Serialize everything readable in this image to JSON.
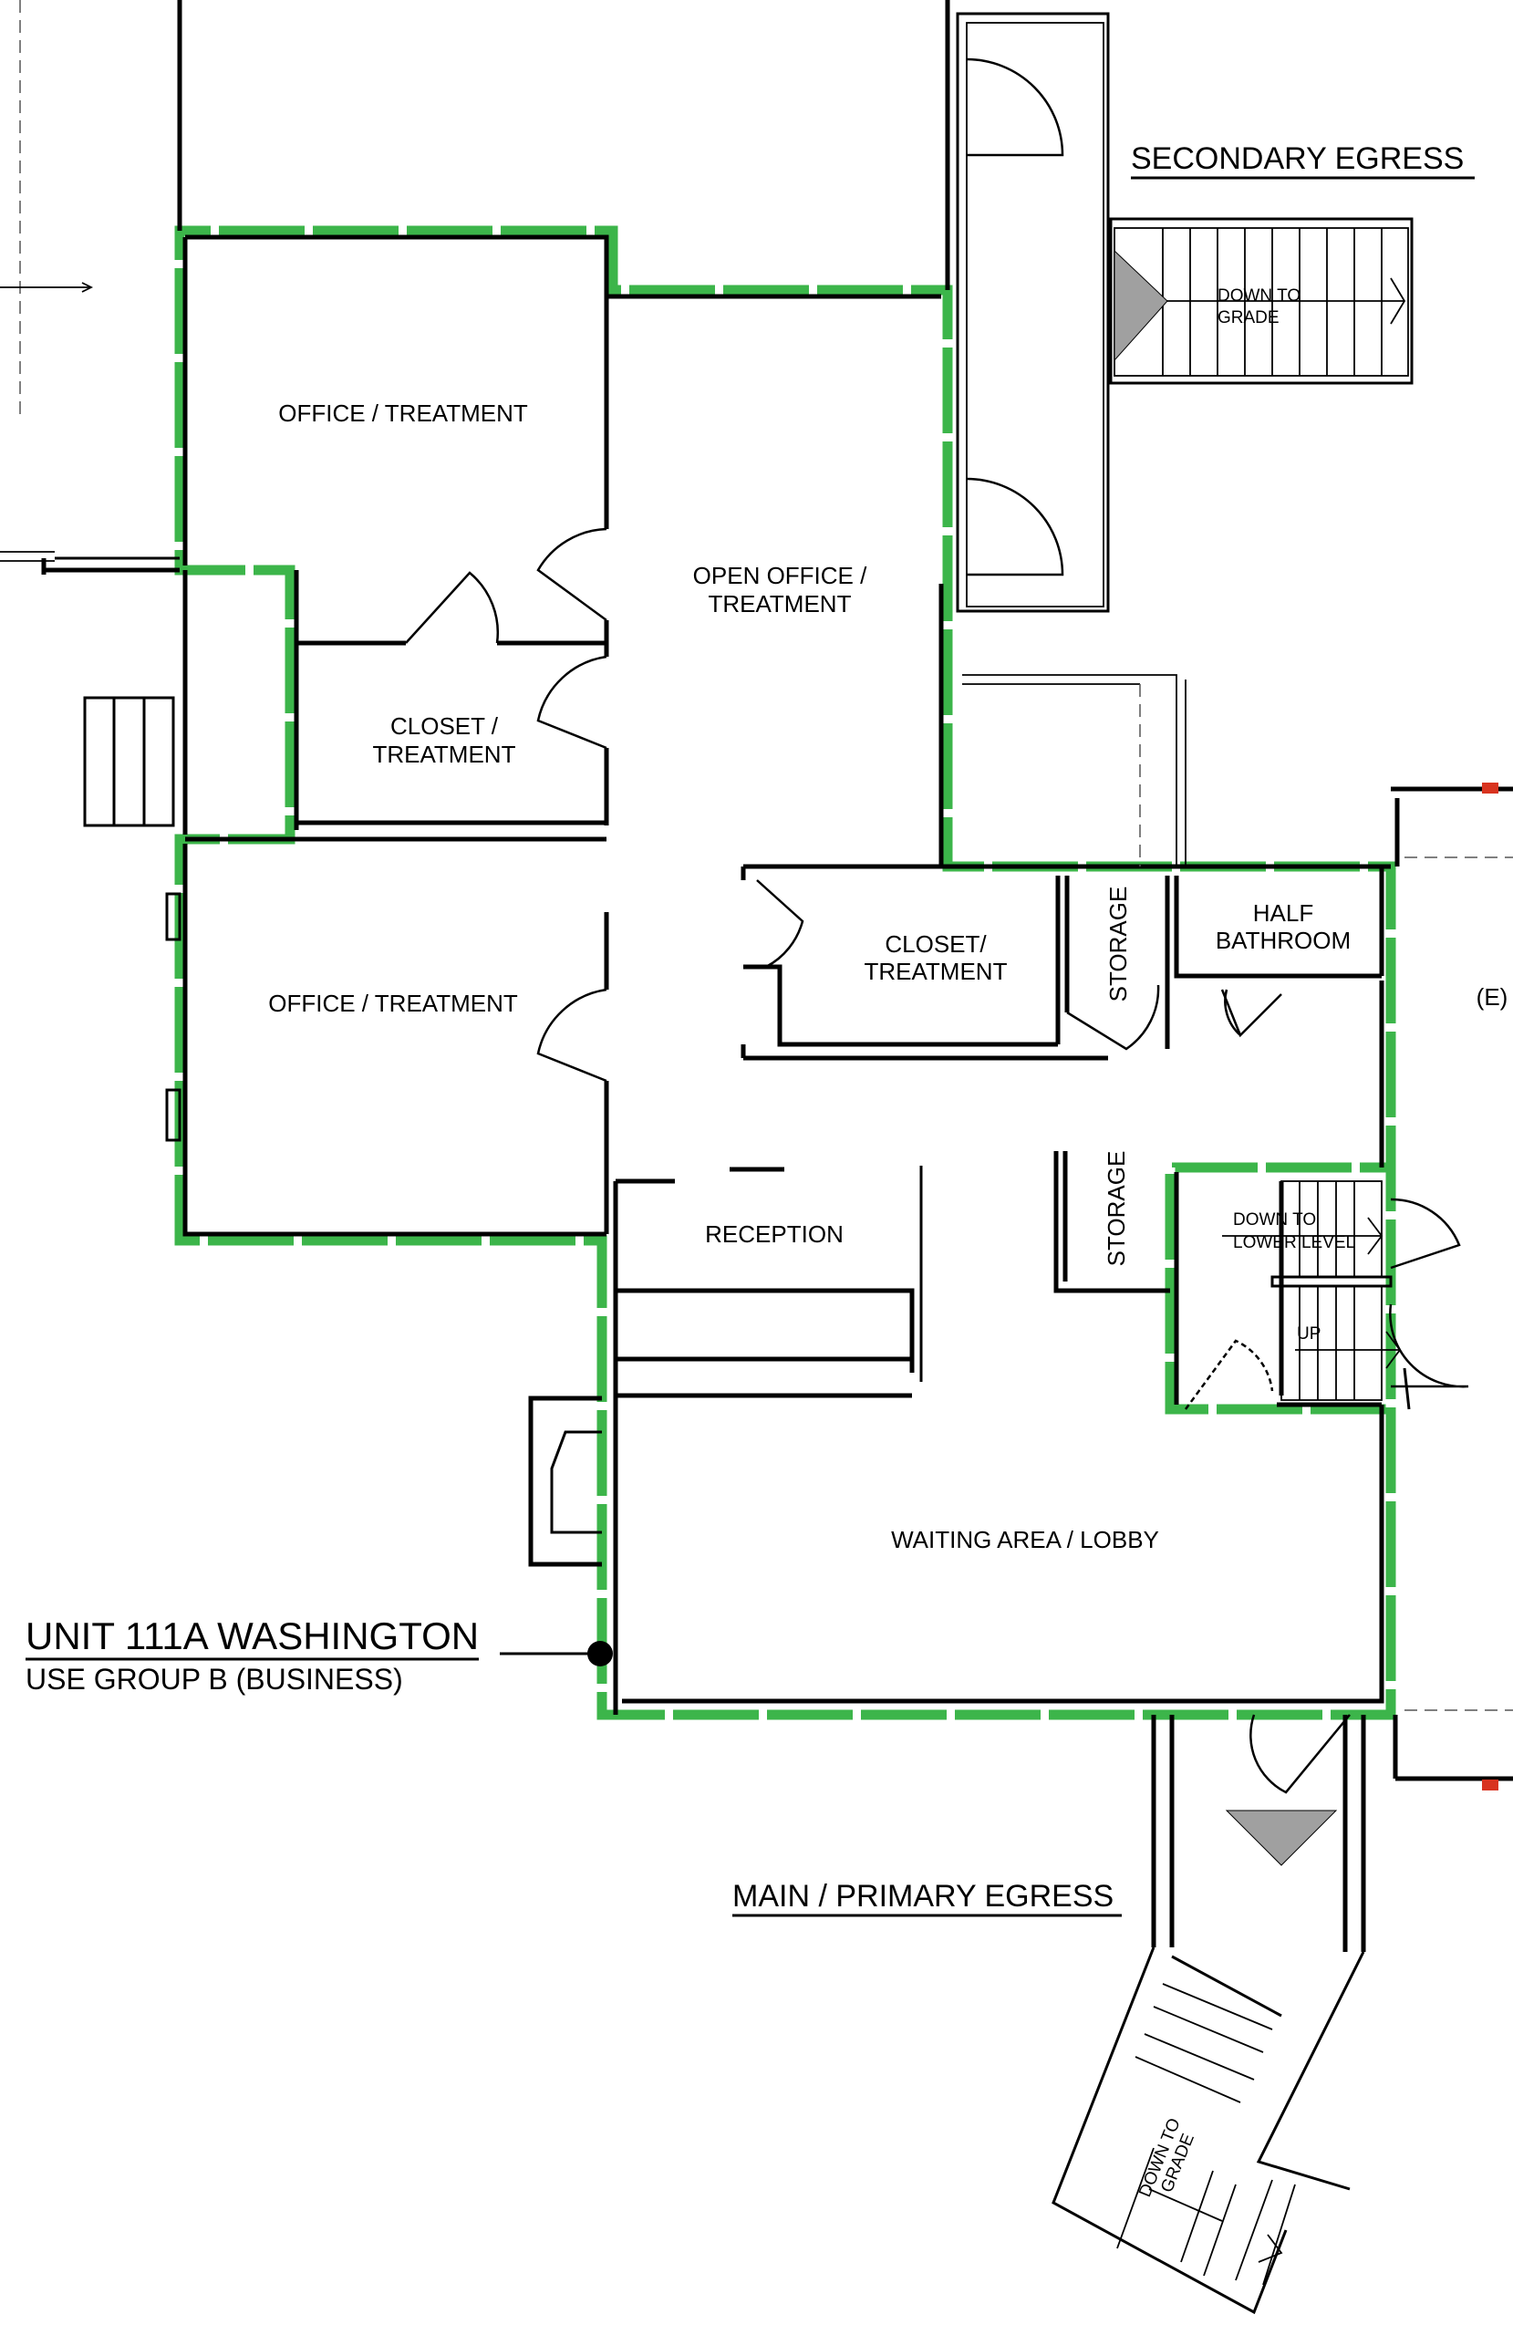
{
  "colors": {
    "rated_wall": "#3cb54a",
    "stair_arrow": "#a0a0a0",
    "marker": "#d8331f"
  },
  "labels": {
    "secondary_egress": "SECONDARY EGRESS",
    "main_egress": "MAIN / PRIMARY EGRESS",
    "unit_title": "UNIT 111A WASHINGTON",
    "unit_use_group": "USE GROUP B (BUSINESS)",
    "existing": "(E)"
  },
  "rooms": {
    "office_treatment_1": "OFFICE / TREATMENT",
    "open_office": [
      "OPEN OFFICE /",
      "TREATMENT"
    ],
    "closet_treatment_1": [
      "CLOSET /",
      "TREATMENT"
    ],
    "office_treatment_2": "OFFICE / TREATMENT",
    "closet_treatment_2": [
      "CLOSET/",
      "TREATMENT"
    ],
    "storage_1": "STORAGE",
    "half_bathroom": [
      "HALF",
      "BATHROOM"
    ],
    "storage_2": "STORAGE",
    "reception": "RECEPTION",
    "waiting_lobby": "WAITING AREA / LOBBY"
  },
  "stair_notes": {
    "secondary_down": [
      "DOWN TO",
      "GRADE"
    ],
    "lower_level": [
      "DOWN TO",
      "LOWER LEVEL"
    ],
    "up": "UP",
    "main_down": [
      "DOWN TO",
      "GRADE"
    ]
  }
}
